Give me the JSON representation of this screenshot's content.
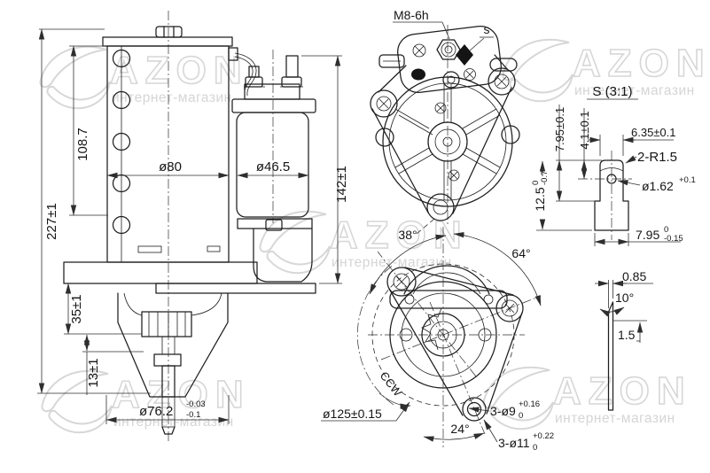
{
  "watermark": {
    "brand": "AZON",
    "subtitle": "интернет-магазин"
  },
  "colors": {
    "line": "#1e1e1e",
    "watermark": "#d7d7d7",
    "background": "#ffffff"
  },
  "side_view": {
    "total_height": "227±1",
    "body_height": "108.7",
    "body_dia": "ø80",
    "solenoid_dia": "ø46.5",
    "right_height": "142±1",
    "nose_depth": "35±1",
    "pinion_offset": "13±1",
    "pilot_dia": "ø76.2",
    "pilot_tol_up": "-0.03",
    "pilot_tol_low": "-0.1"
  },
  "rear_view": {
    "thread_label": "M8-6h",
    "detail_mark": "s"
  },
  "detail_s": {
    "title": "S (3:1)",
    "height_to_step": "7.95±0.1",
    "hole_offset": "4.1±0.1",
    "blade_width": "6.35±0.1",
    "corner_radius": "2-R1.5",
    "hole_dia": "ø1.62",
    "hole_tol_up": "+0.1",
    "total_height": "12.5",
    "total_tol_up": "0",
    "total_tol_low": "-0.7",
    "base_width": "7.95",
    "base_tol_up": "0",
    "base_tol_low": "-0.15"
  },
  "blade_side": {
    "thickness": "0.85",
    "tip_angle": "10°",
    "edge_len": "1.5"
  },
  "front_view": {
    "angle_top": "38°",
    "angle_right": "64°",
    "rotation_label": "CCW",
    "bolt_circle": "ø125±0.15",
    "angle_bottom": "24°",
    "holes_small": "3-ø9",
    "holes_small_tol_up": "+0.16",
    "holes_small_tol_low": "0",
    "holes_big": "3-ø11",
    "holes_big_tol_up": "+0.22",
    "holes_big_tol_low": "0"
  }
}
